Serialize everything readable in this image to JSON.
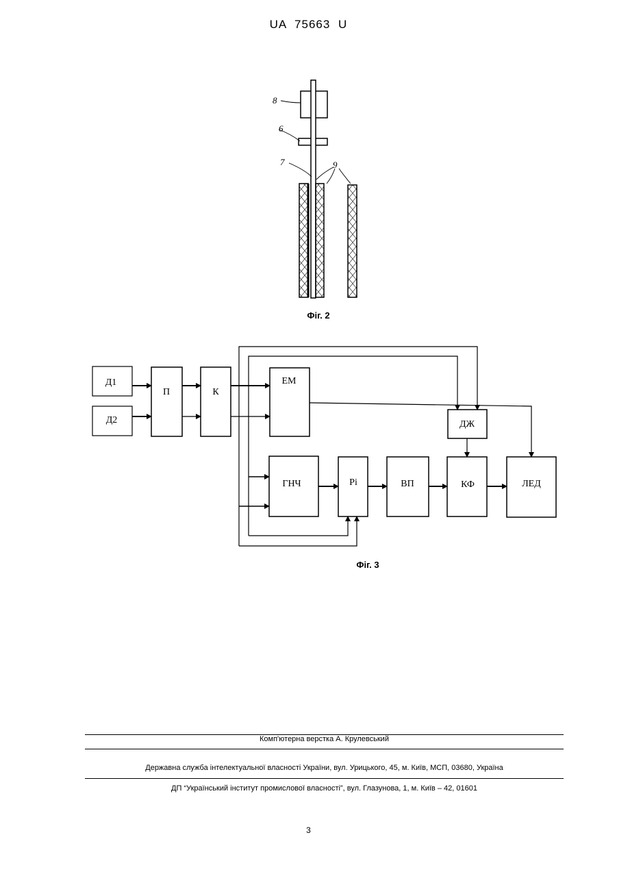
{
  "header": {
    "doc_number": "UA  75663  U"
  },
  "fig2": {
    "caption": "Фіг. 2",
    "labels": {
      "l8": "8",
      "l6": "6",
      "l7": "7",
      "l9": "9"
    }
  },
  "fig3": {
    "caption": "Фіг. 3",
    "blocks": {
      "d1": "Д1",
      "d2": "Д2",
      "p": "П",
      "k": "К",
      "em": "ЕМ",
      "dzh": "ДЖ",
      "gnch": "ГНЧ",
      "ri": "Рі",
      "vp": "ВП",
      "kf": "КФ",
      "led": "ЛЕД"
    }
  },
  "footer": {
    "layout_credit": "Комп'ютерна верстка А. Крулевський",
    "office": "Державна служба інтелектуальної власності України, вул. Урицького, 45, м. Київ, МСП, 03680, Україна",
    "institute": "ДП “Український інститут промислової власності”, вул. Глазунова, 1, м. Київ – 42, 01601"
  },
  "page_number": "3"
}
